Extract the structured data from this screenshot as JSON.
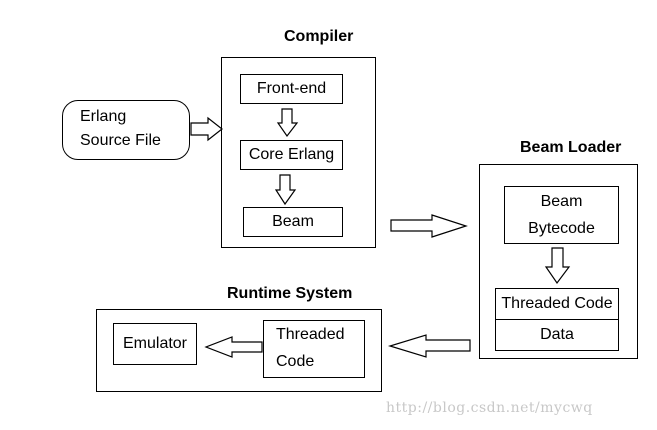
{
  "compiler": {
    "title": "Compiler",
    "front_end": "Front-end",
    "core_erlang": "Core Erlang",
    "beam": "Beam"
  },
  "source_file": {
    "line1": "Erlang",
    "line2": "Source File"
  },
  "beam_loader": {
    "title": "Beam Loader",
    "bytecode_line1": "Beam",
    "bytecode_line2": "Bytecode",
    "threaded_code": "Threaded Code",
    "data": "Data"
  },
  "runtime_system": {
    "title": "Runtime System",
    "emulator": "Emulator",
    "threaded_line1": "Threaded",
    "threaded_line2": "Code"
  },
  "watermark": "http://blog.csdn.net/mycwq"
}
